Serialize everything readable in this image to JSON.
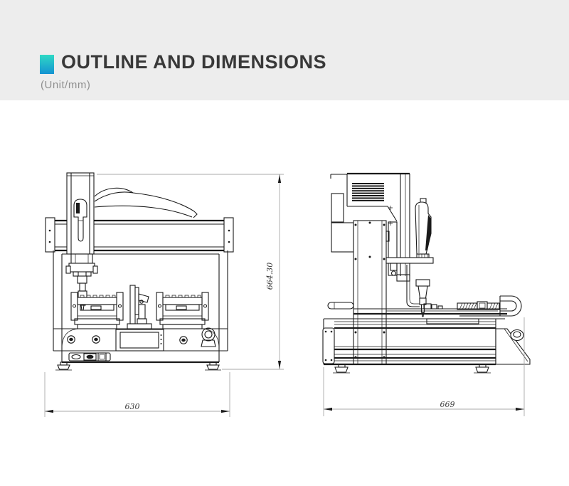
{
  "header": {
    "title": "OUTLINE AND DIMENSIONS",
    "unit": "(Unit/mm)"
  },
  "dimensions": {
    "front_width": "630",
    "front_height": "664.30",
    "side_depth": "669"
  },
  "colors": {
    "accent_top": "#2fd9c4",
    "accent_bottom": "#1593d2",
    "header_bg": "#ededed",
    "drawing_line": "#1a1a1a",
    "dimension_line": "#aaaaaa",
    "dimension_text": "#3a3a3a"
  }
}
